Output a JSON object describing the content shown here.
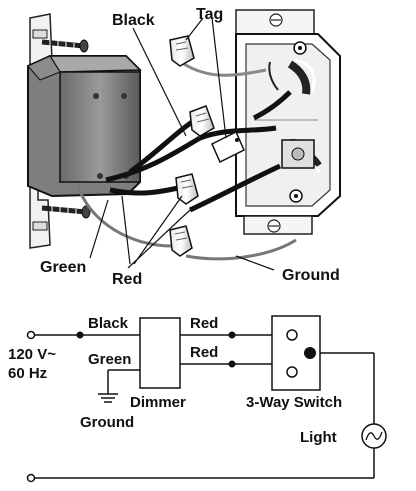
{
  "photo_labels": {
    "black": "Black",
    "tag": "Tag",
    "green": "Green",
    "red": "Red",
    "ground": "Ground"
  },
  "schematic_labels": {
    "black": "Black",
    "red_top": "Red",
    "red_bottom": "Red",
    "supply_voltage": "120 V~",
    "supply_frequency": "60 Hz",
    "green": "Green",
    "ground": "Ground",
    "dimmer": "Dimmer",
    "three_way_switch": "3-Way Switch",
    "light": "Light"
  }
}
